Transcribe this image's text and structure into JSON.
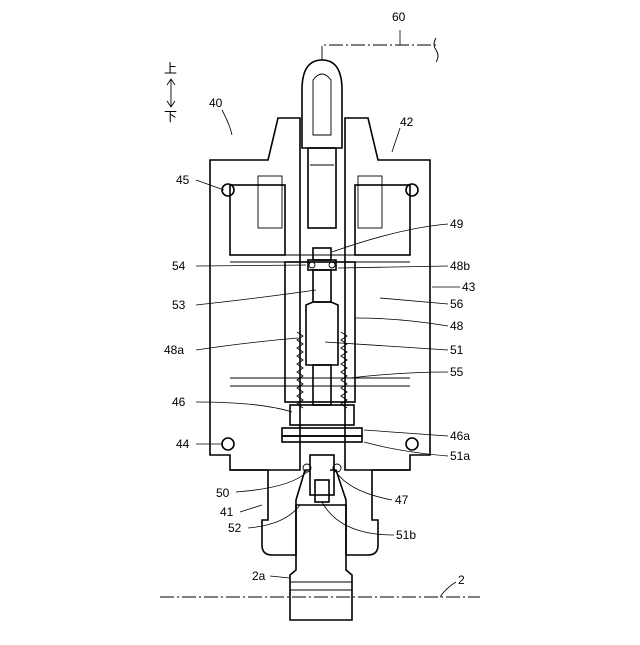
{
  "direction": {
    "up": "上",
    "down": "下"
  },
  "labels": {
    "l60": "60",
    "l40": "40",
    "l42": "42",
    "l45": "45",
    "l49": "49",
    "l54": "54",
    "l48b": "48b",
    "l43": "43",
    "l53": "53",
    "l56": "56",
    "l48": "48",
    "l48a": "48a",
    "l51": "51",
    "l55": "55",
    "l46": "46",
    "l44": "44",
    "l46a": "46a",
    "l51a": "51a",
    "l50": "50",
    "l47": "47",
    "l41": "41",
    "l52": "52",
    "l51b": "51b",
    "l2a": "2a",
    "l2": "2"
  }
}
